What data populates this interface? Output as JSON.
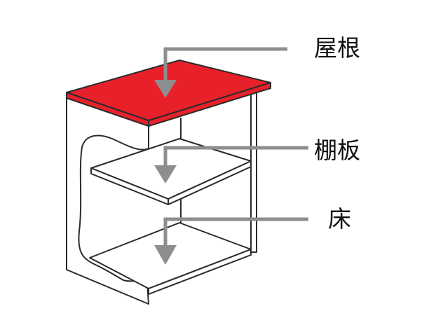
{
  "labels": {
    "roof": "屋根",
    "shelf": "棚板",
    "floor": "床"
  },
  "colors": {
    "roof_fill": "#e8202a",
    "outline": "#2b2b2b",
    "arrow": "#8e8e8e",
    "background": "#ffffff"
  }
}
